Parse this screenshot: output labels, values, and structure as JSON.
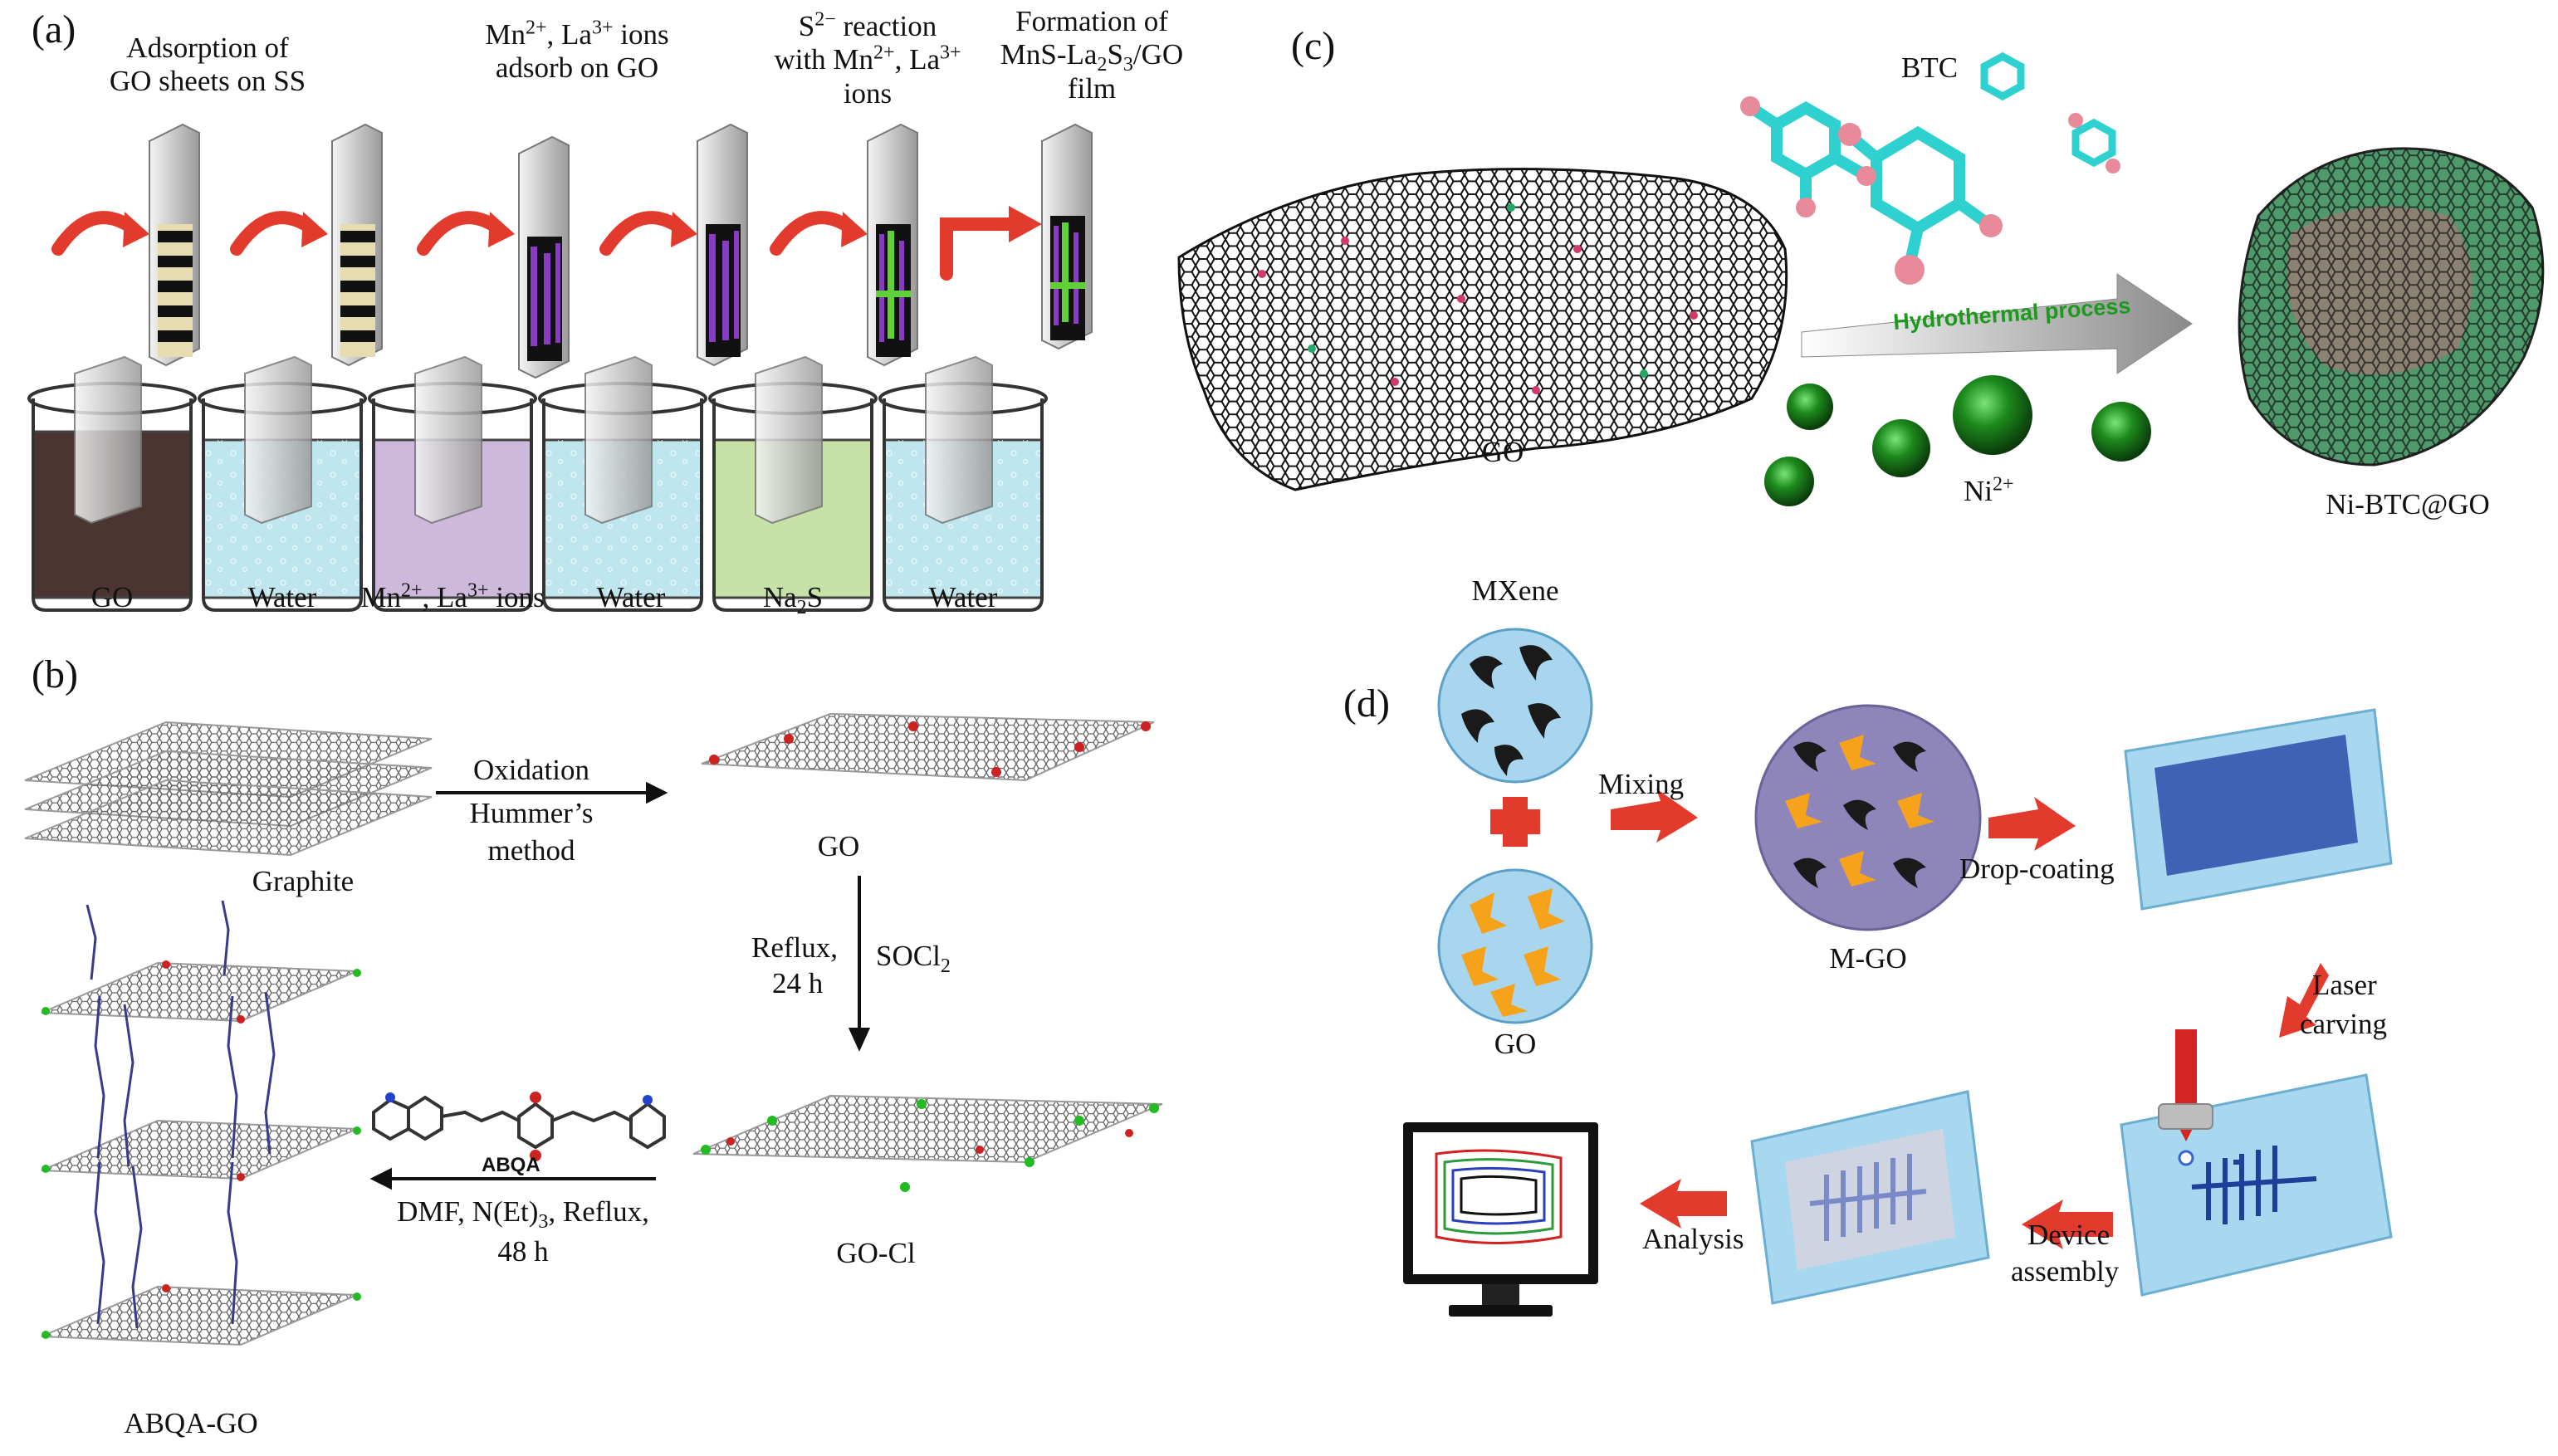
{
  "panel_a": {
    "label": "(a)",
    "steps": [
      {
        "text": "Adsorption of\nGO sheets on SS"
      },
      {
        "prefix": "Mn",
        "sup1": "2+",
        "mid": ", La",
        "sup2": "3+",
        "suffix": " ions\nadsorb on GO"
      },
      {
        "prefix": "S",
        "sup1": "2−",
        "suffix": " reaction\nwith Mn",
        "sup2": "2+",
        "mid": ", La",
        "sup3": "3+",
        "end": "\nions"
      },
      {
        "line1": "Formation of",
        "line2_pre": "MnS-La",
        "sub1": "2",
        "line2_mid": "S",
        "sub2": "3",
        "line2_end": "/GO",
        "line3": "film"
      }
    ],
    "beakers": [
      {
        "label": "GO",
        "color": "#4a3533"
      },
      {
        "label": "Water",
        "color": "#bfe6ee"
      },
      {
        "label_pre": "Mn",
        "sup1": "2+",
        "label_mid": ", La",
        "sup2": "3+",
        "label_end": " ions",
        "color": "#cdb9dc"
      },
      {
        "label": "Water",
        "color": "#bfe6ee"
      },
      {
        "label_pre": "Na",
        "sub": "2",
        "label_end": "S",
        "color": "#c7e2a6"
      },
      {
        "label": "Water",
        "color": "#bfe6ee"
      }
    ]
  },
  "panel_b": {
    "label": "(b)",
    "graphite": "Graphite",
    "oxidation": "Oxidation",
    "hummers": "Hummer’s",
    "method": "method",
    "go": "GO",
    "reflux": "Reflux,",
    "hours24": "24 h",
    "socl_pre": "SOCl",
    "socl_sub": "2",
    "gocl": "GO-Cl",
    "abqa": "ABQA",
    "dmf": "DMF, N(Et)",
    "dmf_sub": "3",
    "dmf_end": ", Reflux,",
    "hours48": "48 h",
    "abqa_go": "ABQA-GO"
  },
  "panel_c": {
    "label": "(c)",
    "btc": "BTC",
    "go": "GO",
    "process": "Hydrothermal process",
    "ni_pre": "Ni",
    "ni_sup": "2+",
    "product": "Ni-BTC@GO"
  },
  "panel_d": {
    "label": "(d)",
    "mxene": "MXene",
    "go": "GO",
    "mixing": "Mixing",
    "mgo": "M-GO",
    "drop": "Drop-coating",
    "laser1": "Laser",
    "laser2": "carving",
    "device1": "Device",
    "device2": "assembly",
    "analysis": "Analysis"
  },
  "colors": {
    "arrow_red": "#e23b2e",
    "substrate": "#9fd3ec",
    "flake_black": "#1a1a1a",
    "flake_orange": "#f7a21b",
    "mgo_circle": "#8e86bb",
    "ni_green": "#1c8a1c",
    "process_green": "#1d9a1d"
  }
}
